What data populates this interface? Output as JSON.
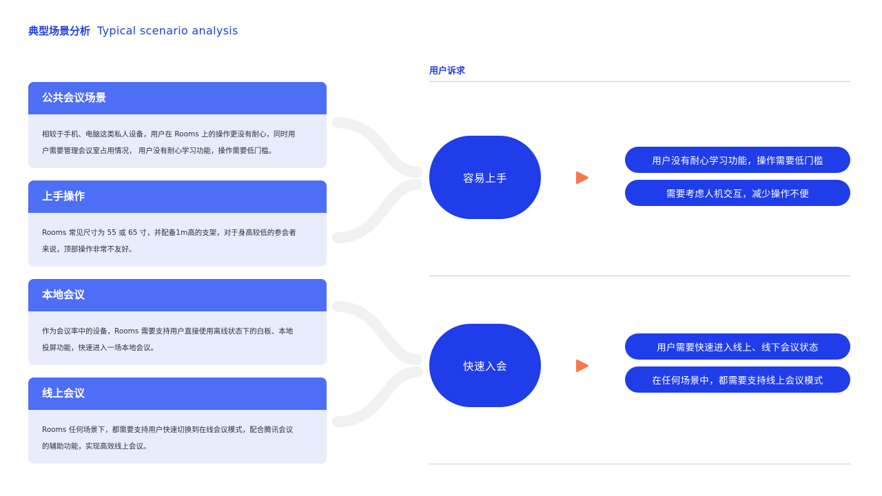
{
  "header": {
    "title_cn": "典型场景分析",
    "title_en": "Typical scenario analysis"
  },
  "cards": [
    {
      "title": "公共会议场景",
      "line1": "相较于手机、电脑这类私人设备，用户在 Rooms 上的操作更没有耐心，同时用",
      "line2": "户需要管理会议室占用情况， 用户没有耐心学习功能，操作需要低门槛。"
    },
    {
      "title": "上手操作",
      "line1": "Rooms 常见尺寸为 55 或 65 寸，并配备1m高的支架，对于身高较低的参会者",
      "line2": "来说，顶部操作非常不友好。"
    },
    {
      "title": "本地会议",
      "line1": "作为会议率中的设备，Rooms 需要支持用户直接使用离线状态下的白板、本地",
      "line2": "投屏功能，快速进入一场本地会议。"
    },
    {
      "title": "线上会议",
      "line1": "Rooms 任何场景下，都需要支持用户快速切换到在线会议模式，配合腾讯会议",
      "line2": "的辅助功能，实现高效线上会议。"
    }
  ],
  "needs_label": "用户诉求",
  "groups": [
    {
      "blob": "容易上手",
      "pills": [
        "用户没有耐心学习功能，操作需要低门槛",
        "需要考虑人机交互，减少操作不便"
      ]
    },
    {
      "blob": "快速入会",
      "pills": [
        "用户需要快速进入线上、线下会议状态",
        "在任何场景中，都需要支持线上会议模式"
      ]
    }
  ],
  "colors": {
    "primary": "#1f3de8",
    "card_head": "#4d6ef5",
    "card_body": "#e9edfb",
    "arrow": "#f57a4b",
    "connector": "#f0f0f0"
  },
  "icons": {
    "arrow": "play-triangle-icon"
  }
}
